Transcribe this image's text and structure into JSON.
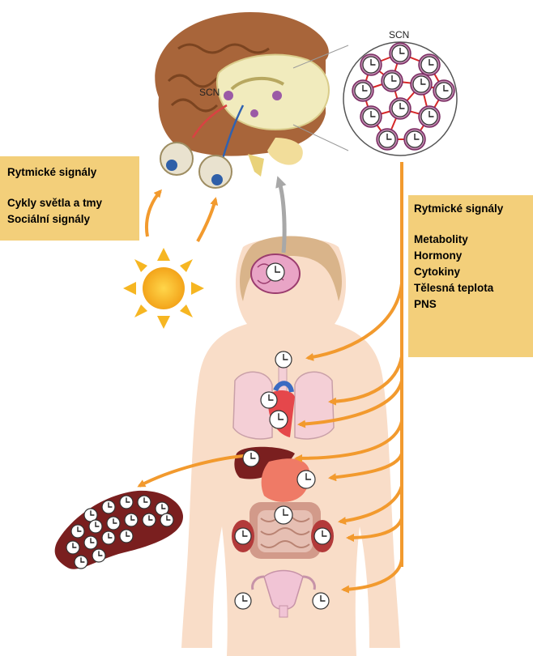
{
  "labels": {
    "scn_brain": "SCN",
    "scn_inset": "SCN"
  },
  "left_box": {
    "title": "Rytmické signály",
    "items": [
      "Cykly světla a tmy",
      "Sociální signály"
    ]
  },
  "right_box": {
    "title": "Rytmické signály",
    "items": [
      "Metabolity",
      "Hormony",
      "Cytokiny",
      "Tělesná teplota",
      "PNS"
    ]
  },
  "colors": {
    "arrow_orange": "#f29a2e",
    "arrow_gray": "#a8a8a8",
    "label_bg": "#f3cf7a",
    "skin": "#f9ddc8",
    "brain": "#a8653a",
    "sun": "#f6b622"
  }
}
